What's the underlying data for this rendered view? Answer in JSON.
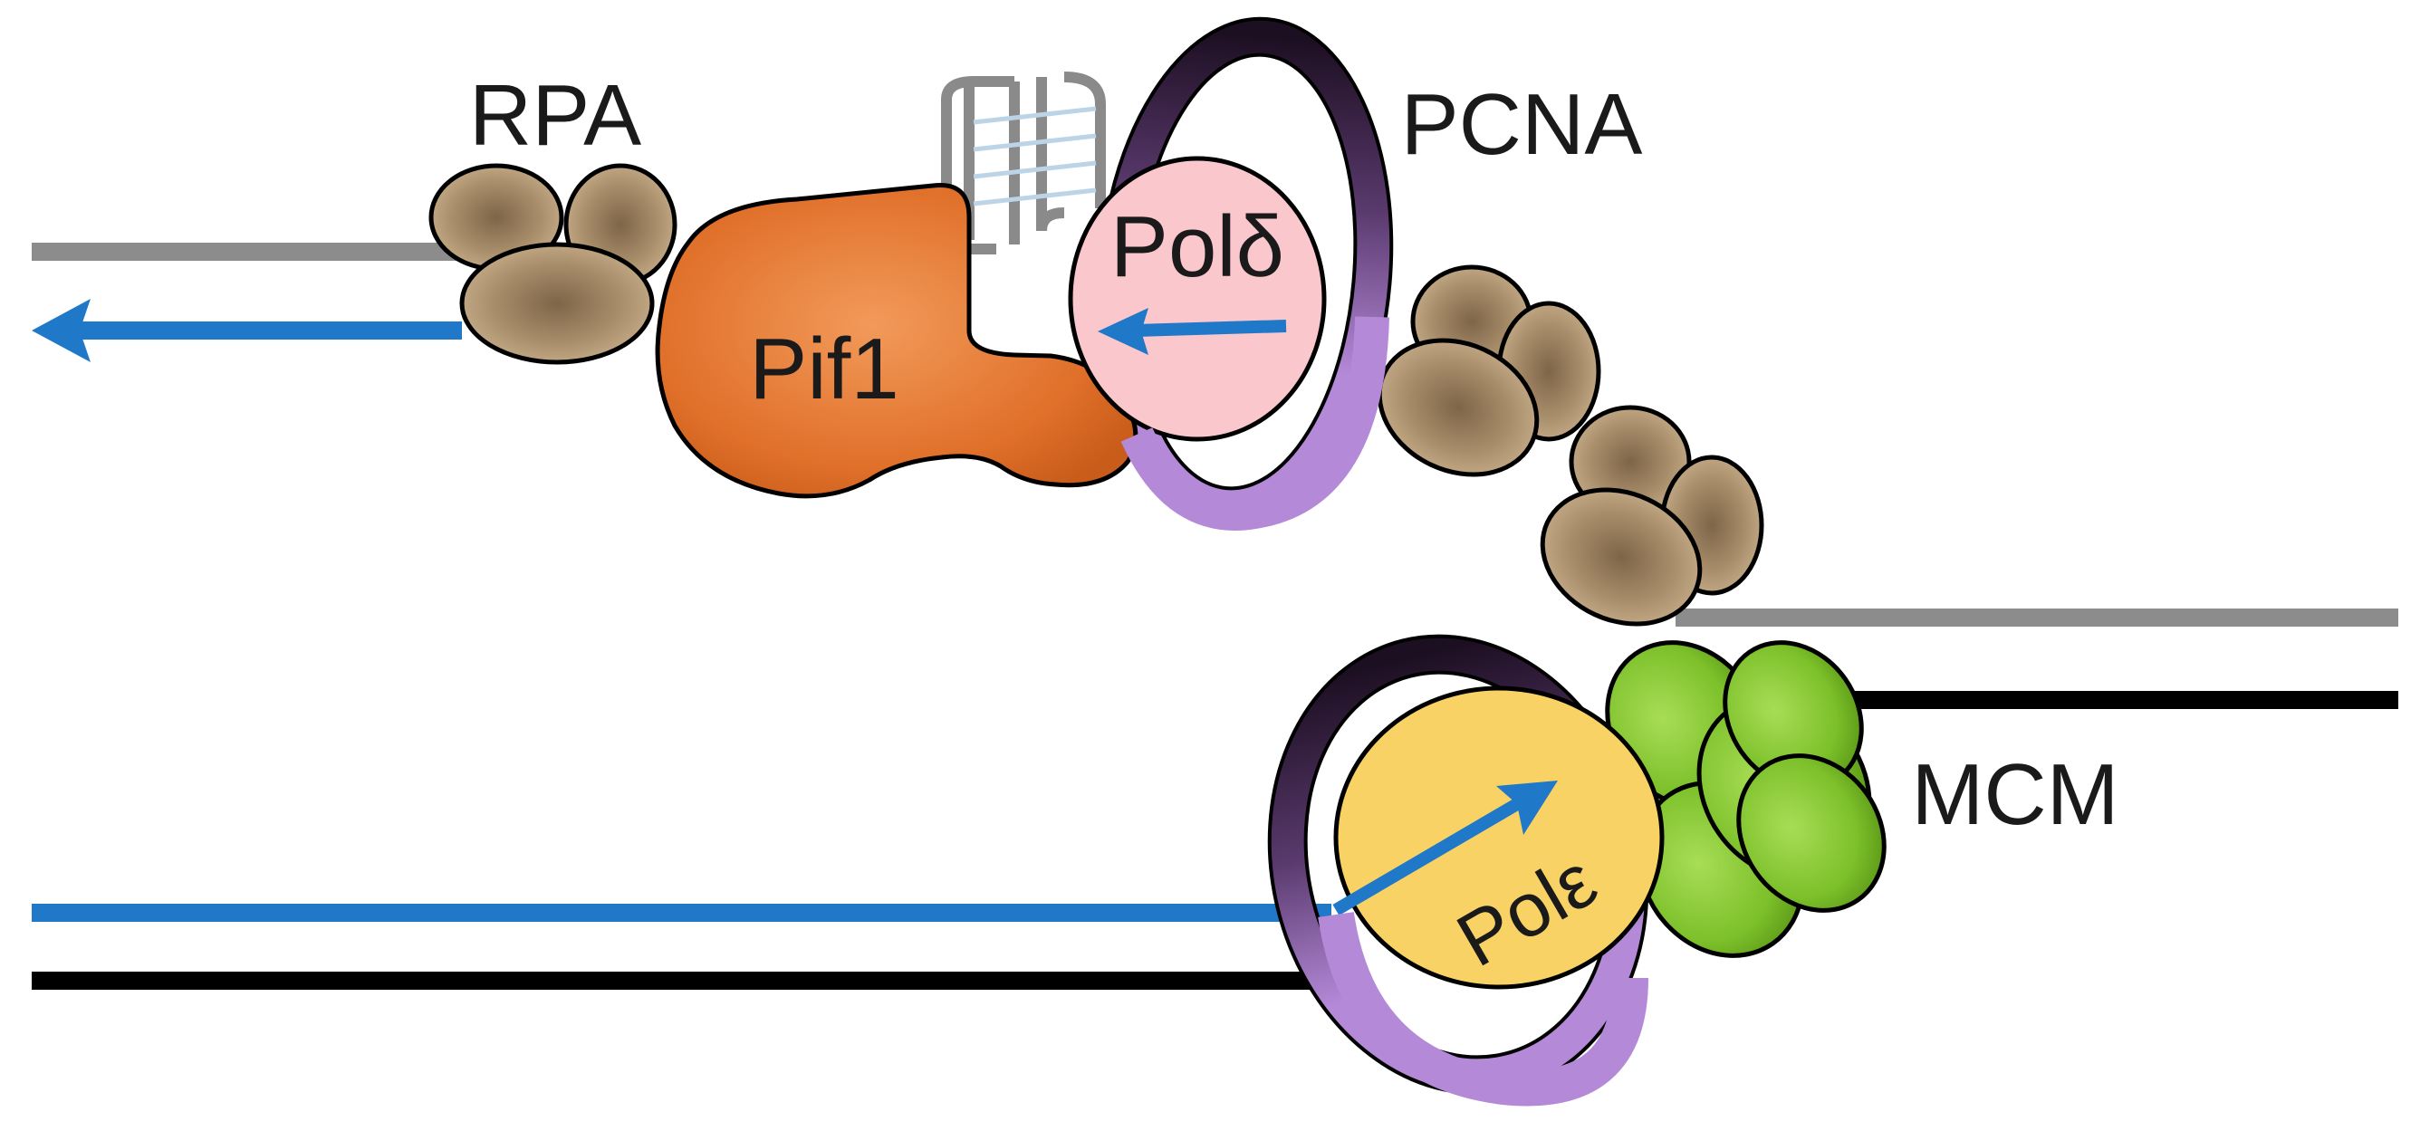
{
  "labels": {
    "rpa": "RPA",
    "pcna": "PCNA",
    "pif1": "Pif1",
    "pol_delta": "Polδ",
    "pol_epsilon": "Polε",
    "mcm": "MCM"
  },
  "colors": {
    "parental_strand": "#000000",
    "displaced_strand": "#8c8c8c",
    "nascent_dna": "#1f78c8",
    "rpa": "#a88d6a",
    "pif1": "#e0702a",
    "pol_delta": "#f9c7cc",
    "pol_epsilon": "#f8d264",
    "mcm": "#7cc02a",
    "pcna_light": "#b489d8",
    "pcna_dark": "#2a1530",
    "g_quadruplex": "#8a8a8a"
  },
  "icons": {
    "g_quadruplex": "g-quadruplex-icon",
    "rpa": "rpa-cluster-icon",
    "mcm": "mcm-helicase-icon"
  }
}
